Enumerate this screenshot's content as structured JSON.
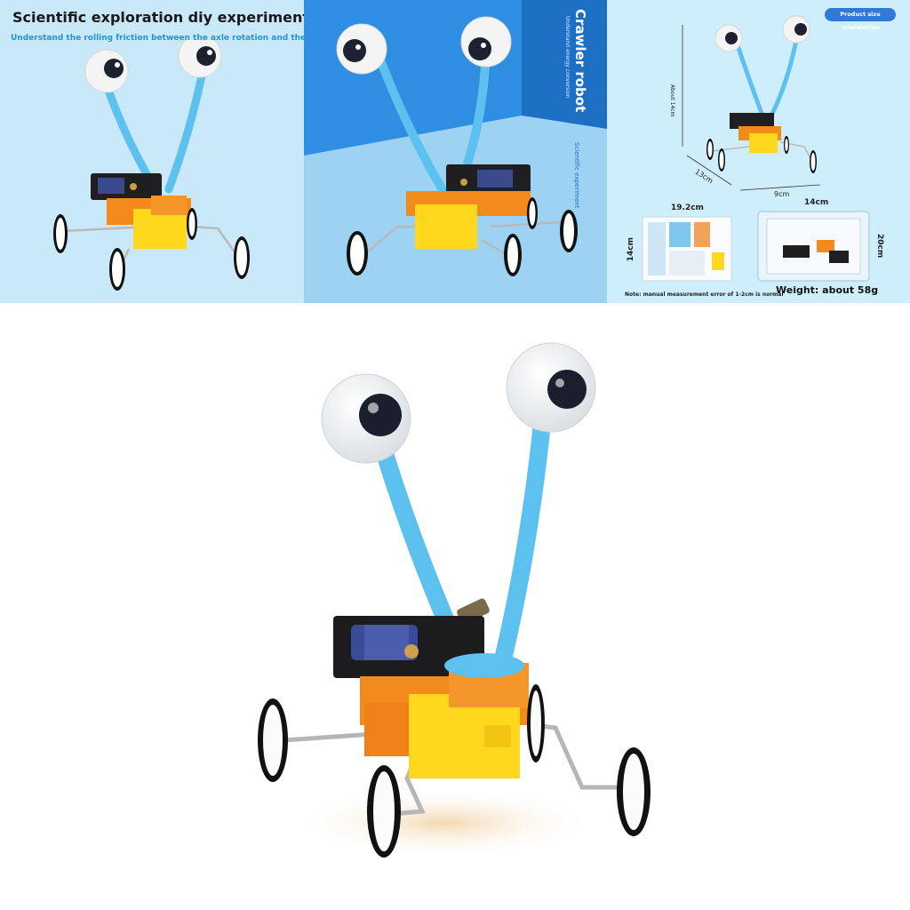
{
  "panel1": {
    "title": "Scientific exploration diy experiments",
    "subtitle": "Understand the rolling friction between the axle rotation and the ground"
  },
  "panel2": {
    "title": "Crawler robot",
    "subtitle": "Understand energy conversion",
    "caption": "Scientific experiment"
  },
  "panel3": {
    "badge": "Product size information",
    "height_label": "About 14cm",
    "length_label": "13cm",
    "width_label": "9cm",
    "manual_width": "19.2cm",
    "manual_height": "14cm",
    "bag_width": "14cm",
    "bag_height": "20cm",
    "note": "Note: manual measurement error of 1-2cm is normal",
    "weight": "Weight: about 58g"
  },
  "colors": {
    "panel1_bg": "#c9e8f8",
    "panel2_bg": "#9dd2f2",
    "panel2_band": "#1d6fc4",
    "accent_blue": "#2196d3",
    "body_orange": "#f28a1c",
    "body_yellow": "#ffd81e",
    "pipe_cleaner": "#5cc1ee"
  }
}
